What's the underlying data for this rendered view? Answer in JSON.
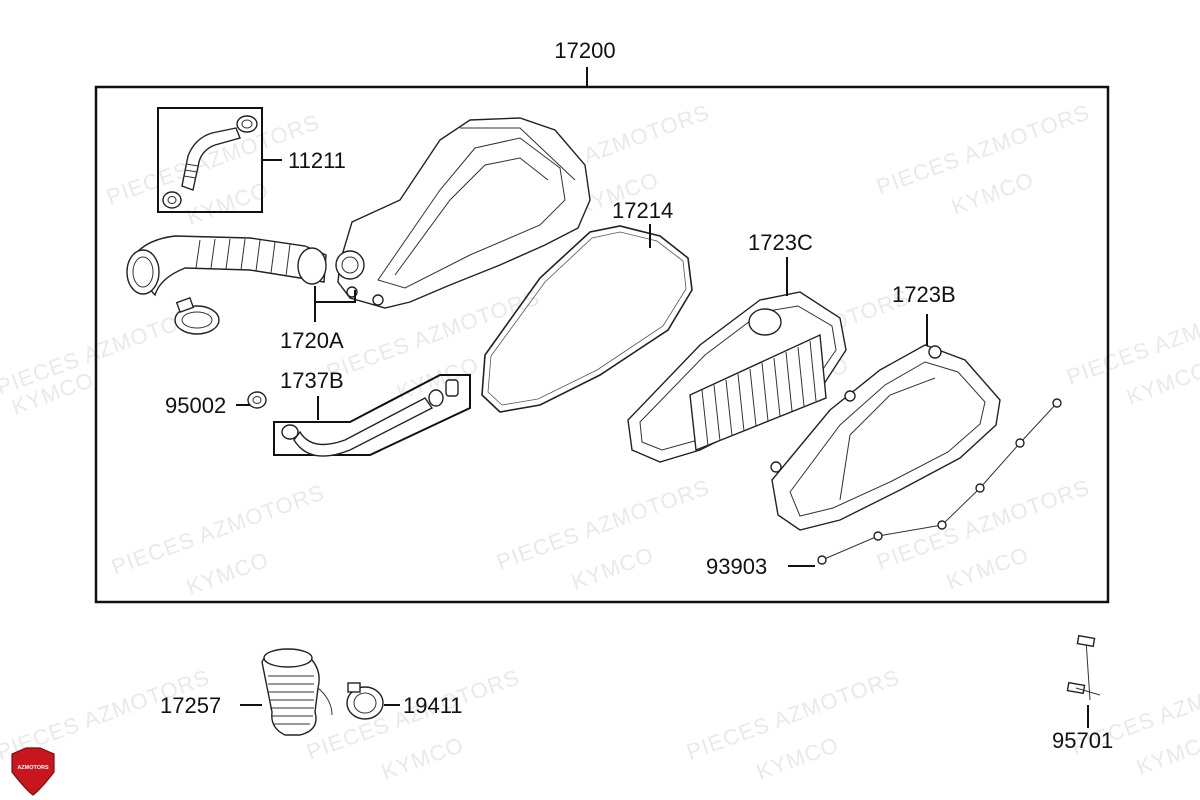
{
  "labels": {
    "assembly": "17200",
    "breather_hose": "11211",
    "air_cleaner_case": "1720A",
    "case_gasket": "17214",
    "filter_element": "1723C",
    "case_cover": "1723B",
    "clip_95002": "95002",
    "drain_hose": "1737B",
    "screw_93903": "93903",
    "inlet_duct": "17257",
    "band_19411": "19411",
    "bolt_95701": "95701"
  },
  "watermark": {
    "line1": "PIECES AZMOTORS",
    "line2": "KYMCO"
  },
  "logo": {
    "text": "AZMOTORS",
    "color": "#c8161d"
  }
}
